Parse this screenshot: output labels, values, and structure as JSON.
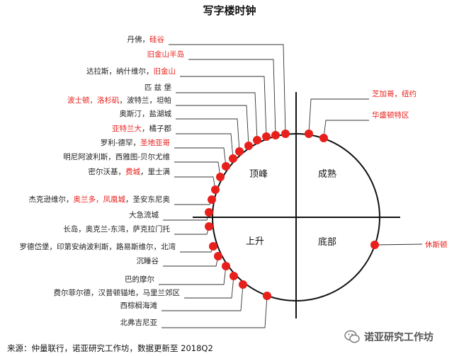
{
  "title": "写字楼时钟",
  "source": "来源：仲量联行，诺亚研究工作坊，数据更新至 2018Q2",
  "watermark": "诺亚研究工作坊",
  "colors": {
    "highlight": "#e8201c",
    "text": "#222222",
    "dot": "#e8201c",
    "line": "#111111"
  },
  "quadrants": {
    "top_left": "顶峰",
    "top_right": "成熟",
    "bottom_left": "上升",
    "bottom_right": "底部"
  },
  "left_cities": [
    {
      "parts": [
        {
          "t": "丹佛，",
          "hl": false
        },
        {
          "t": "硅谷",
          "hl": true
        }
      ]
    },
    {
      "parts": [
        {
          "t": "旧金山半岛",
          "hl": true
        }
      ]
    },
    {
      "parts": [
        {
          "t": "达拉斯，纳什维尔，",
          "hl": false
        },
        {
          "t": "旧金山",
          "hl": true
        }
      ]
    },
    {
      "parts": [
        {
          "t": "匹 兹 堡",
          "hl": false
        }
      ]
    },
    {
      "parts": [
        {
          "t": "波士顿，洛杉矶",
          "hl": true
        },
        {
          "t": "，波特兰，坦帕",
          "hl": false
        }
      ]
    },
    {
      "parts": [
        {
          "t": "奥斯汀，盐湖城",
          "hl": false
        }
      ]
    },
    {
      "parts": [
        {
          "t": "亚特兰大",
          "hl": true
        },
        {
          "t": "，橘子郡",
          "hl": false
        }
      ]
    },
    {
      "parts": [
        {
          "t": "罗利-德罕，",
          "hl": false
        },
        {
          "t": "圣地亚哥",
          "hl": true
        }
      ]
    },
    {
      "parts": [
        {
          "t": "明尼阿波利斯，西雅图-贝尔尤维",
          "hl": false
        }
      ]
    },
    {
      "parts": [
        {
          "t": "密尔沃基，",
          "hl": false
        },
        {
          "t": "费城",
          "hl": true
        },
        {
          "t": "，里士满",
          "hl": false
        }
      ]
    },
    {
      "parts": [
        {
          "t": "杰克逊维尔，",
          "hl": false
        },
        {
          "t": "奥兰多，凤凰城",
          "hl": true
        },
        {
          "t": "，圣安东尼奥",
          "hl": false
        }
      ]
    },
    {
      "parts": [
        {
          "t": "大急流城",
          "hl": false
        }
      ]
    },
    {
      "parts": [
        {
          "t": "长岛，奥克兰-东湾，萨克拉门托",
          "hl": false
        }
      ]
    },
    {
      "parts": [
        {
          "t": "罗德岱堡，印第安纳波利斯，路易斯维尔，北湾",
          "hl": false
        }
      ]
    },
    {
      "parts": [
        {
          "t": "沉睡谷",
          "hl": false
        }
      ]
    },
    {
      "parts": [
        {
          "t": "巴的摩尔",
          "hl": false
        }
      ]
    },
    {
      "parts": [
        {
          "t": "费尔菲尔德，汉普顿锚地，马里兰郊区",
          "hl": false
        }
      ]
    },
    {
      "parts": [
        {
          "t": "西棕榈海滩",
          "hl": false
        }
      ]
    },
    {
      "parts": [
        {
          "t": "北弗吉尼亚",
          "hl": false
        }
      ]
    }
  ],
  "right_cities": [
    {
      "parts": [
        {
          "t": "芝加哥，纽约",
          "hl": true
        }
      ]
    },
    {
      "parts": [
        {
          "t": "华盛顿特区",
          "hl": true
        }
      ]
    },
    {
      "parts": [
        {
          "t": "休斯顿",
          "hl": true
        }
      ]
    }
  ]
}
